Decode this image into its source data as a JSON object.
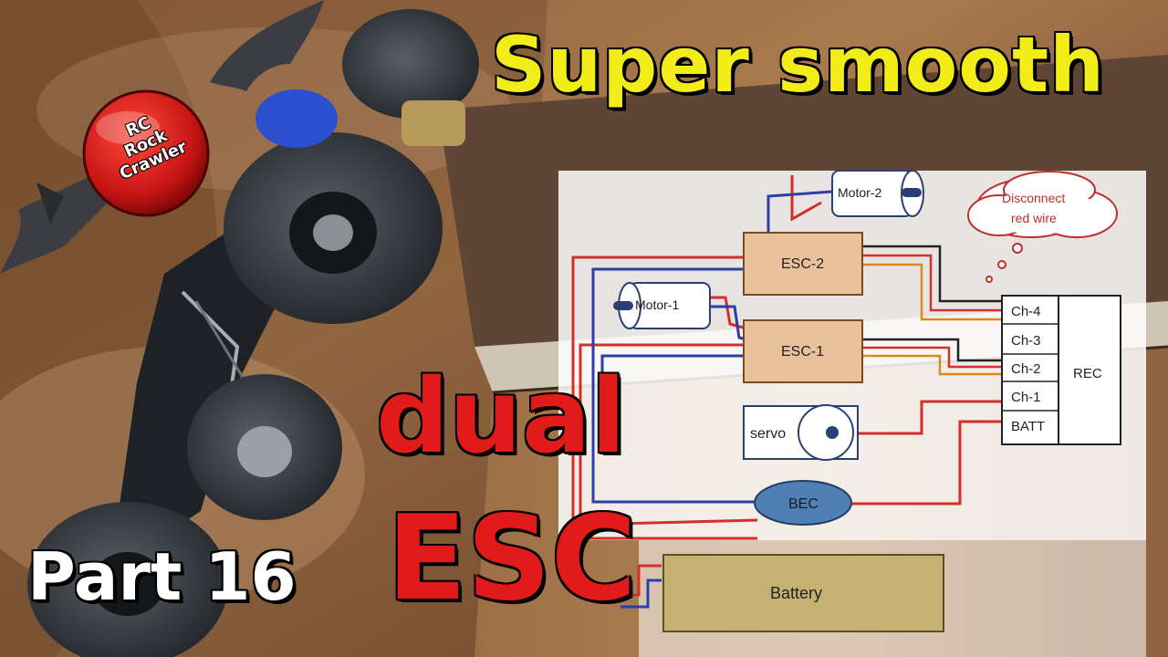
{
  "headline": {
    "line1": "Super smooth",
    "line2": "dual",
    "line3": "ESC",
    "part": "Part 16"
  },
  "logo": {
    "lines": [
      "RC",
      "Rock",
      "Crawler"
    ]
  },
  "diagram": {
    "components": {
      "motor_2": "Motor-2",
      "motor_1": "Motor-1",
      "esc_2": "ESC-2",
      "esc_1": "ESC-1",
      "servo": "servo",
      "bec": "BEC",
      "battery": "Battery",
      "receiver": "REC"
    },
    "receiver_channels": [
      "Ch-4",
      "Ch-3",
      "Ch-2",
      "Ch-1",
      "BATT"
    ],
    "note": [
      "Disconnect",
      "red wire"
    ]
  },
  "colors": {
    "title_yellow": "#f2ec18",
    "title_red": "#e11a1a",
    "esc_fill": "#e9c29c",
    "bec_fill": "#4f7fb5",
    "battery_fill": "#c5b272",
    "wire_red": "#d2302b",
    "wire_blue": "#2c3fa8",
    "wire_orange": "#d98a1c",
    "note_red": "#c0302a"
  }
}
